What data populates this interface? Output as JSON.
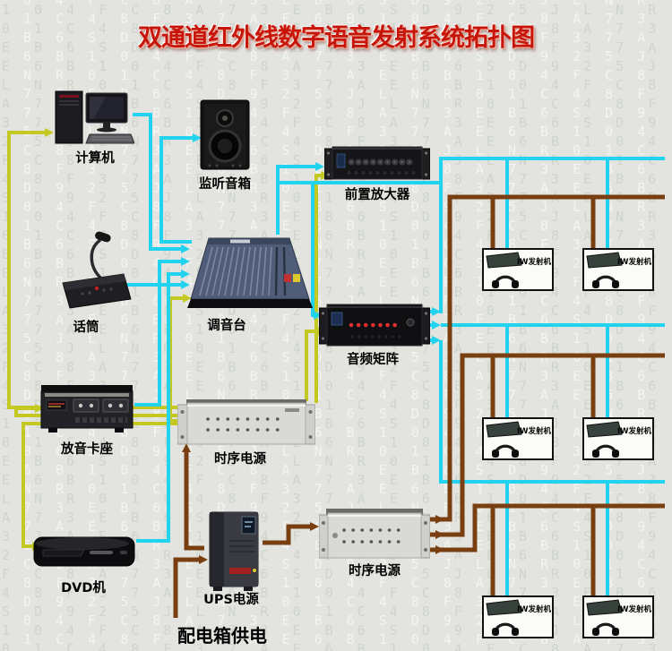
{
  "title": "双通道红外线数字语音发射系统拓扑图",
  "colors": {
    "signal": "#22d3f0",
    "sequenced_power": "#c3c922",
    "mains_power": "#7a3f10",
    "title_red": "#c8150a",
    "background": "#e3e3df"
  },
  "devices": {
    "computer": {
      "label": "计算机"
    },
    "monitor_speaker": {
      "label": "监听音箱"
    },
    "preamp": {
      "label": "前置放大器"
    },
    "microphone": {
      "label": "话筒"
    },
    "mixer": {
      "label": "调音台"
    },
    "audio_matrix": {
      "label": "音频矩阵"
    },
    "cassette_deck": {
      "label": "放音卡座"
    },
    "power_sequencer_1": {
      "label": "时序电源"
    },
    "dvd_player": {
      "label": "DVD机"
    },
    "ups": {
      "label": "UPS电源"
    },
    "power_sequencer_2": {
      "label": "时序电源"
    },
    "transmitter": {
      "label": "IW发射机",
      "count": 6
    }
  },
  "bottom_label": "配电箱供电",
  "connections": [
    {
      "from": "计算机",
      "to": "调音台",
      "type": "audio-signal"
    },
    {
      "from": "话筒",
      "to": "调音台",
      "type": "audio-signal"
    },
    {
      "from": "放音卡座",
      "to": "调音台",
      "type": "audio-signal"
    },
    {
      "from": "DVD机",
      "to": "调音台",
      "type": "audio-signal"
    },
    {
      "from": "调音台",
      "to": "监听音箱",
      "type": "audio-signal"
    },
    {
      "from": "调音台",
      "to": "前置放大器",
      "type": "audio-signal"
    },
    {
      "from": "调音台",
      "to": "音频矩阵",
      "type": "audio-signal"
    },
    {
      "from": "音频矩阵",
      "to": "IW发射机",
      "type": "audio-signal",
      "count": 6
    },
    {
      "from": "时序电源(上)",
      "to": "计算机",
      "type": "sequenced-power"
    },
    {
      "from": "时序电源(上)",
      "to": "放音卡座",
      "type": "sequenced-power"
    },
    {
      "from": "时序电源(上)",
      "to": "DVD机",
      "type": "sequenced-power"
    },
    {
      "from": "时序电源(上)",
      "to": "调音台",
      "type": "sequenced-power"
    },
    {
      "from": "时序电源(上)",
      "to": "前置放大器",
      "type": "sequenced-power"
    },
    {
      "from": "时序电源(上)",
      "to": "音频矩阵",
      "type": "sequenced-power"
    },
    {
      "from": "配电箱",
      "to": "UPS电源",
      "type": "mains-power"
    },
    {
      "from": "UPS电源",
      "to": "时序电源(上)",
      "type": "mains-power"
    },
    {
      "from": "UPS电源",
      "to": "时序电源(下)",
      "type": "mains-power"
    },
    {
      "from": "时序电源(下)",
      "to": "IW发射机",
      "type": "mains-power",
      "count": 6
    }
  ],
  "decor": {
    "glyphs": "1 0 4 F C 8 A 7 3 E B 6 S D 9 2 5 J L N R 0 1 C 4 8 F 3 7 A E 6 B "
  }
}
